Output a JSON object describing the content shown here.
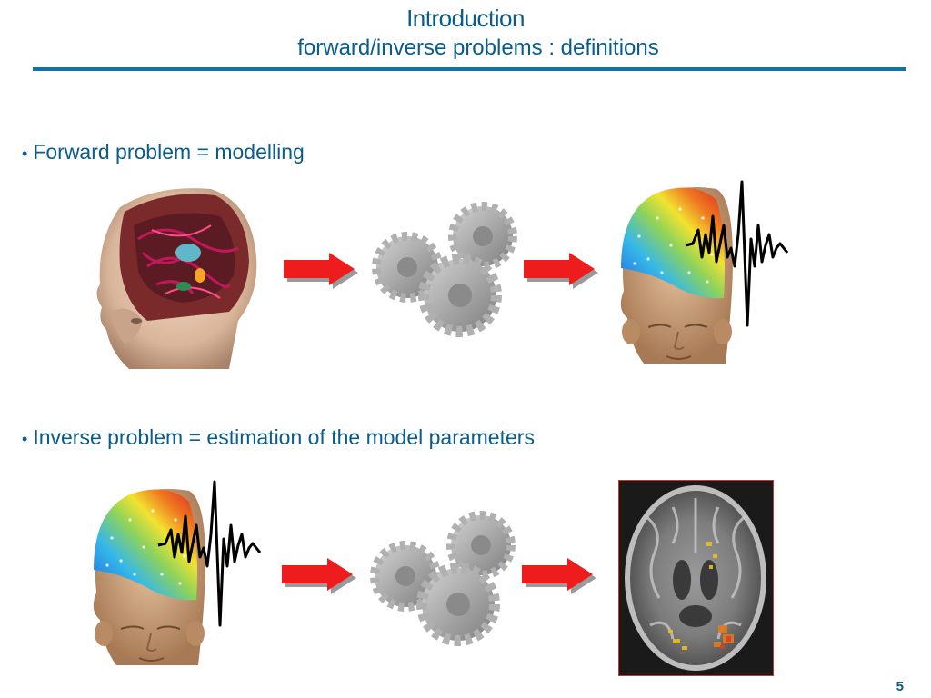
{
  "slide": {
    "title": "Introduction",
    "subtitle": "forward/inverse problems : definitions",
    "bullets": [
      "Forward problem = modelling",
      "Inverse problem = estimation of the model parameters"
    ],
    "bullet_marker": "•",
    "page_number": "5"
  },
  "icons": [
    "brain-head-image",
    "arrow-icon",
    "gears-icon",
    "eeg-head-image",
    "eeg-signal-icon",
    "mri-slice-image"
  ],
  "colors": {
    "heading": "#0a5c8a",
    "rule": "#1571a3",
    "arrow": "#ee1c1c",
    "gear": "#9a9a9a"
  }
}
